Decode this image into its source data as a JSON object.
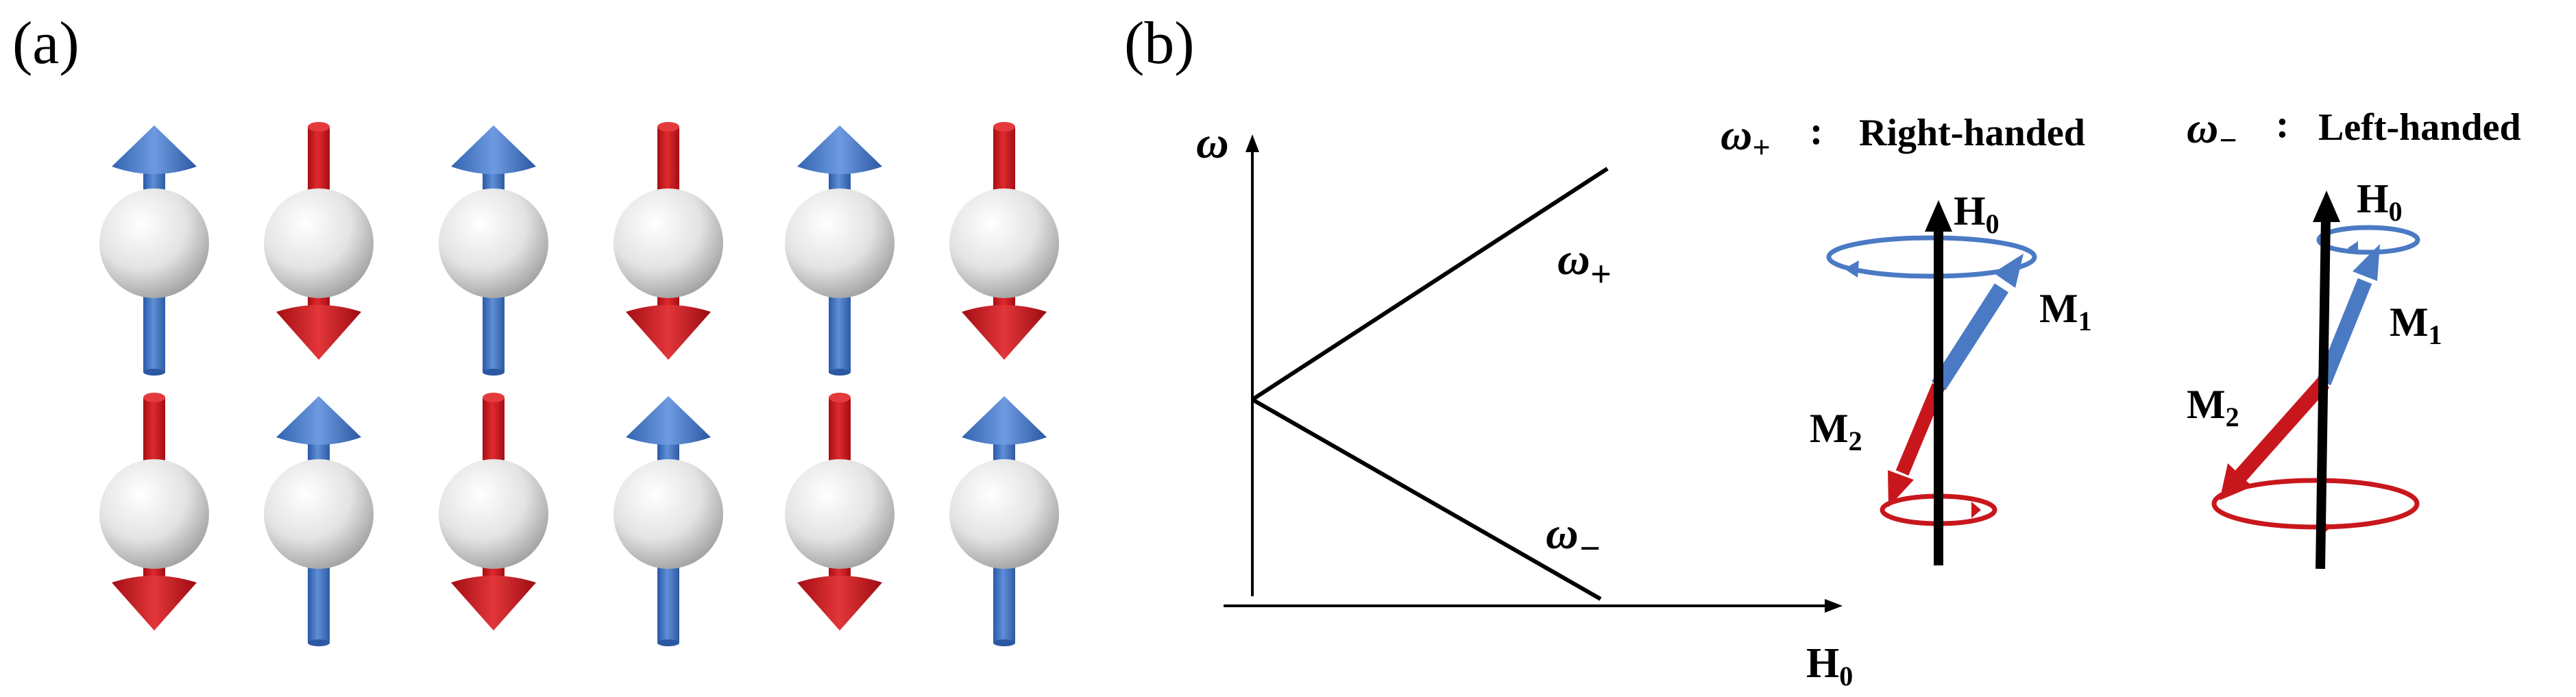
{
  "panels": {
    "a": {
      "label": "(a)"
    },
    "b": {
      "label": "(b)"
    }
  },
  "lattice": {
    "rows": [
      [
        "up",
        "down",
        "up",
        "down",
        "up",
        "down"
      ],
      [
        "down",
        "up",
        "down",
        "up",
        "down",
        "up"
      ]
    ],
    "colors": {
      "up_spin": "#4a7ac4",
      "down_spin": "#c8171c",
      "atom": "#e6e6e6"
    }
  },
  "dispersion": {
    "y_axis_label": "ω",
    "x_axis_label_main": "H",
    "x_axis_label_sub": "0",
    "branch_plus_main": "ω",
    "branch_plus_sub": "+",
    "branch_minus_main": "ω",
    "branch_minus_sub": "−"
  },
  "modes": {
    "right": {
      "freq_main": "ω",
      "freq_sub": "+",
      "separator": ":",
      "handedness": "Right-handed"
    },
    "left": {
      "freq_main": "ω",
      "freq_sub": "−",
      "separator": ":",
      "handedness": "Left-handed"
    },
    "field_main": "H",
    "field_sub": "0",
    "m1_main": "M",
    "m1_sub": "1",
    "m2_main": "M",
    "m2_sub": "2",
    "colors": {
      "field": "#000000",
      "m1": "#4a7ac4",
      "m2": "#c8171c"
    }
  }
}
